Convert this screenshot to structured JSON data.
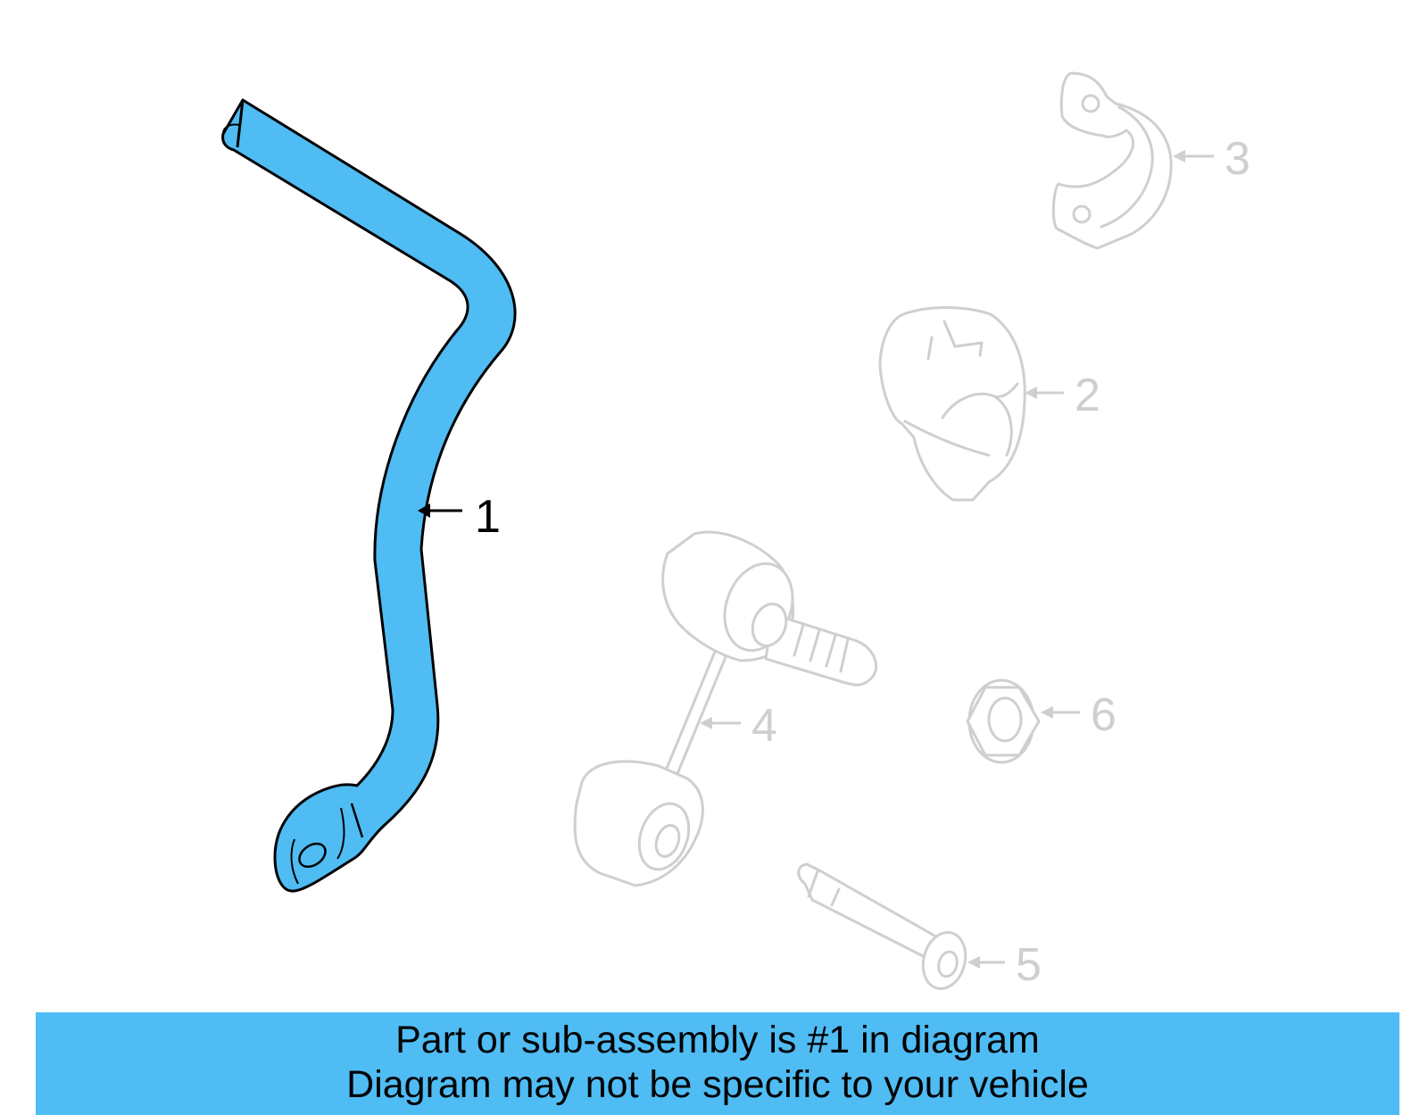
{
  "colors": {
    "highlight": "#4fbcf4",
    "outline": "#000000",
    "faded": "#cfcfcf",
    "background": "#ffffff"
  },
  "parts": [
    {
      "number": "1",
      "icon": "stabilizer-bar-icon",
      "highlighted": true
    },
    {
      "number": "2",
      "icon": "bushing-icon",
      "highlighted": false
    },
    {
      "number": "3",
      "icon": "bracket-icon",
      "highlighted": false
    },
    {
      "number": "4",
      "icon": "stabilizer-link-icon",
      "highlighted": false
    },
    {
      "number": "5",
      "icon": "bolt-icon",
      "highlighted": false
    },
    {
      "number": "6",
      "icon": "nut-icon",
      "highlighted": false
    }
  ],
  "caption": {
    "line1": "Part or sub-assembly is #1 in diagram",
    "line2": "Diagram may not be specific to your vehicle"
  }
}
